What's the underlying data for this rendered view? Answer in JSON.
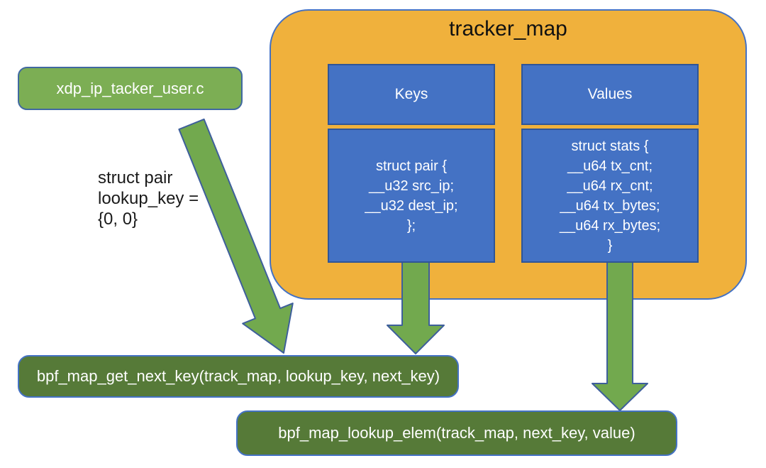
{
  "diagram": {
    "source_box": {
      "label": "xdp_ip_tacker_user.c"
    },
    "annotation": "struct pair\nlookup_key =\n{0, 0}",
    "tracker_map": {
      "title": "tracker_map",
      "keys": {
        "header": "Keys",
        "body": "struct pair {\n__u32 src_ip;\n__u32 dest_ip;\n};"
      },
      "values": {
        "header": "Values",
        "body": "struct stats {\n__u64 tx_cnt;\n__u64 rx_cnt;\n__u64 tx_bytes;\n__u64 rx_bytes;\n}"
      }
    },
    "calls": [
      {
        "label": "bpf_map_get_next_key(track_map, lookup_key, next_key)"
      },
      {
        "label": "bpf_map_lookup_elem(track_map, next_key, value)"
      }
    ],
    "arrows": [
      {
        "name": "source-to-get-next-key"
      },
      {
        "name": "keys-to-get-next-key"
      },
      {
        "name": "values-to-lookup-elem"
      }
    ],
    "colors": {
      "container_fill": "#F0B13C",
      "cell_fill": "#4472C4",
      "cell_border": "#2F5597",
      "source_fill": "#7CAE54",
      "call_fill": "#567A38",
      "arrow_fill": "#72A94E",
      "outline_blue": "#4472C4",
      "text_dark": "#1a1a1a",
      "text_light": "#ffffff"
    }
  }
}
